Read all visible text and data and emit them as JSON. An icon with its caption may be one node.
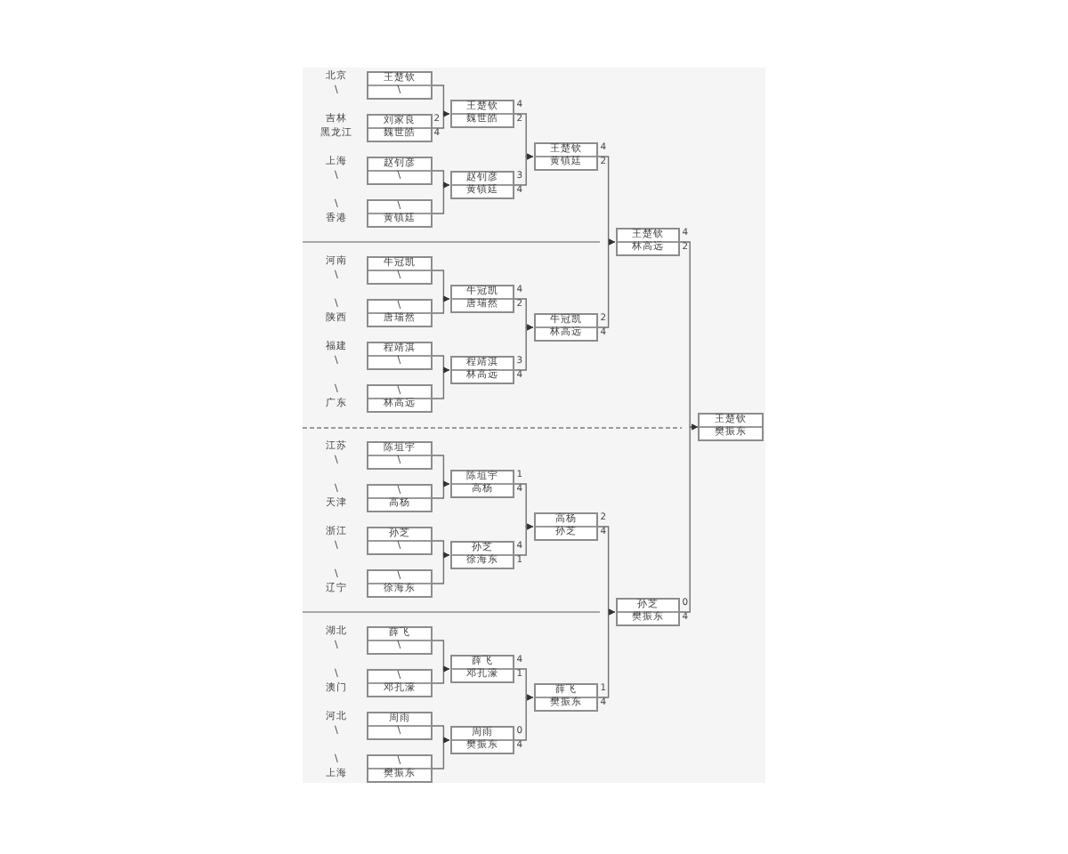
{
  "diagram": {
    "nodes": [
      {
        "text": [
          "王楚钦",
          "\\"
        ],
        "beside": [
          "北京",
          "\\"
        ]
      },
      {
        "text": [
          "刘家良",
          "魏世皓"
        ],
        "beside": [
          "吉林",
          "黑龙江",
          "2",
          "4"
        ]
      },
      {
        "text": [
          "赵钊彦",
          "\\"
        ],
        "beside": [
          "上海",
          "\\"
        ]
      },
      {
        "text": [
          "\\",
          "黄镇廷"
        ],
        "beside": [
          "\\",
          "香港"
        ]
      },
      {
        "text": [
          "牛冠凯",
          "\\"
        ],
        "beside": [
          "河南",
          "\\"
        ]
      },
      {
        "text": [
          "\\",
          "唐瑞然"
        ],
        "beside": [
          "\\",
          "陕西"
        ]
      },
      {
        "text": [
          "程靖淇",
          "\\"
        ],
        "beside": [
          "福建",
          "\\"
        ]
      },
      {
        "text": [
          "\\",
          "林高远"
        ],
        "beside": [
          "\\",
          "广东"
        ]
      },
      {
        "text": [
          "陈垣宇",
          "\\"
        ],
        "beside": [
          "江苏",
          "\\"
        ]
      },
      {
        "text": [
          "\\",
          "高杨"
        ],
        "beside": [
          "\\",
          "天津"
        ]
      },
      {
        "text": [
          "孙芝",
          "\\"
        ],
        "beside": [
          "浙江",
          "\\"
        ]
      },
      {
        "text": [
          "\\",
          "徐海东"
        ],
        "beside": [
          "\\",
          "辽宁"
        ]
      },
      {
        "text": [
          "薛飞",
          "\\"
        ],
        "beside": [
          "湖北",
          "\\"
        ]
      },
      {
        "text": [
          "\\",
          "邓孔濠"
        ],
        "beside": [
          "\\",
          "澳门"
        ]
      },
      {
        "text": [
          "周雨",
          "\\"
        ],
        "beside": [
          "河北",
          "\\"
        ]
      },
      {
        "text": [
          "\\",
          "樊振东"
        ],
        "beside": [
          "\\",
          "上海"
        ]
      },
      {
        "text": [
          "王楚钦",
          "魏世皓"
        ],
        "beside": [
          "4",
          "2"
        ]
      },
      {
        "text": [
          "赵钊彦",
          "黄镇廷"
        ],
        "beside": [
          "3",
          "4"
        ]
      },
      {
        "text": [
          "牛冠凯",
          "唐瑞然"
        ],
        "beside": [
          "4",
          "2"
        ]
      },
      {
        "text": [
          "程靖淇",
          "林高远"
        ],
        "beside": [
          "3",
          "4"
        ]
      },
      {
        "text": [
          "陈垣宇",
          "高杨"
        ],
        "beside": [
          "1",
          "4"
        ]
      },
      {
        "text": [
          "孙芝",
          "徐海东"
        ],
        "beside": [
          "4",
          "1"
        ]
      },
      {
        "text": [
          "薛飞",
          "邓孔濠"
        ],
        "beside": [
          "4",
          "1"
        ]
      },
      {
        "text": [
          "周雨",
          "樊振东"
        ],
        "beside": [
          "0",
          "4"
        ]
      },
      {
        "text": [
          "王楚钦",
          "黄镇廷"
        ],
        "beside": [
          "4",
          "2"
        ]
      },
      {
        "text": [
          "牛冠凯",
          "林高远"
        ],
        "beside": [
          "2",
          "4"
        ]
      },
      {
        "text": [
          "高杨",
          "孙芝"
        ],
        "beside": [
          "2",
          "4"
        ]
      },
      {
        "text": [
          "薛飞",
          "樊振东"
        ],
        "beside": [
          "1",
          "4"
        ]
      },
      {
        "text": [
          "王楚钦",
          "林高远"
        ],
        "beside": [
          "4",
          "2"
        ]
      },
      {
        "text": [
          "孙芝",
          "樊振东"
        ],
        "beside": [
          "0",
          "4"
        ]
      },
      {
        "text": [
          "王楚钦",
          "樊振东"
        ]
      }
    ],
    "edges": [
      {
        "from": 0,
        "to": 16,
        "arrow": "to"
      },
      {
        "from": 1,
        "to": 16,
        "arrow": "to"
      },
      {
        "from": 2,
        "to": 17,
        "arrow": "to"
      },
      {
        "from": 3,
        "to": 17,
        "arrow": "to"
      },
      {
        "from": 4,
        "to": 18,
        "arrow": "to"
      },
      {
        "from": 5,
        "to": 18,
        "arrow": "to"
      },
      {
        "from": 6,
        "to": 19,
        "arrow": "to"
      },
      {
        "from": 7,
        "to": 19,
        "arrow": "to"
      },
      {
        "from": 8,
        "to": 20,
        "arrow": "to"
      },
      {
        "from": 9,
        "to": 20,
        "arrow": "to"
      },
      {
        "from": 10,
        "to": 21,
        "arrow": "to"
      },
      {
        "from": 11,
        "to": 21,
        "arrow": "to"
      },
      {
        "from": 12,
        "to": 22,
        "arrow": "to"
      },
      {
        "from": 13,
        "to": 22,
        "arrow": "to"
      },
      {
        "from": 14,
        "to": 23,
        "arrow": "to"
      },
      {
        "from": 15,
        "to": 23,
        "arrow": "to"
      },
      {
        "from": 16,
        "to": 24,
        "arrow": "to"
      },
      {
        "from": 17,
        "to": 24,
        "arrow": "to"
      },
      {
        "from": 18,
        "to": 25,
        "arrow": "to"
      },
      {
        "from": 19,
        "to": 25,
        "arrow": "to"
      },
      {
        "from": 20,
        "to": 26,
        "arrow": "to"
      },
      {
        "from": 21,
        "to": 26,
        "arrow": "to"
      },
      {
        "from": 22,
        "to": 27,
        "arrow": "to"
      },
      {
        "from": 23,
        "to": 27,
        "arrow": "to"
      },
      {
        "from": 24,
        "to": 28,
        "arrow": "to"
      },
      {
        "from": 25,
        "to": 28,
        "arrow": "to"
      },
      {
        "from": 26,
        "to": 29,
        "arrow": "to"
      },
      {
        "from": 27,
        "to": 29,
        "arrow": "to"
      },
      {
        "from": 28,
        "to": 30,
        "arrow": "to"
      },
      {
        "from": 29,
        "to": 30,
        "arrow": "to"
      }
    ]
  }
}
